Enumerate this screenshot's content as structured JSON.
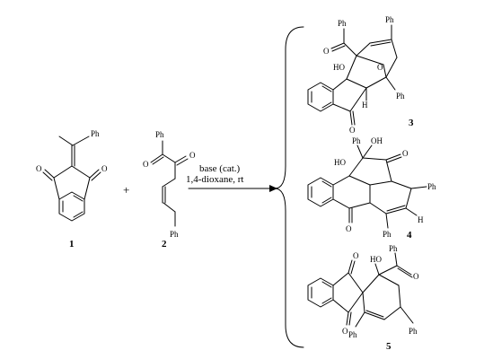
{
  "scheme": {
    "reactant_1": {
      "number": "1",
      "labels": {
        "ph": "Ph",
        "o_left": "O",
        "o_right": "O"
      }
    },
    "reactant_2": {
      "number": "2",
      "labels": {
        "ph_top": "Ph",
        "o_upper": "O",
        "o_lower": "O",
        "ph_bottom": "Ph"
      }
    },
    "plus": "+",
    "conditions": {
      "line1": "base (cat.)",
      "line2": "1,4-dioxane, rt"
    },
    "product_3": {
      "number": "3",
      "labels": {
        "ph_acyl": "Ph",
        "o_acyl": "O",
        "ph_alkene": "Ph",
        "ho": "HO",
        "o_bridge": "O",
        "ph_lower": "Ph",
        "h": "H",
        "o_ketone": "O"
      }
    },
    "product_4": {
      "number": "4",
      "labels": {
        "ph_top": "Ph",
        "oh": "OH",
        "ho": "HO",
        "o_ketone_right": "O",
        "ph_right": "Ph",
        "h": "H",
        "o_ketone_left": "O",
        "ph_bottom": "Ph"
      }
    },
    "product_5": {
      "number": "5",
      "labels": {
        "o_top": "O",
        "ho": "HO",
        "ph_acyl": "Ph",
        "o_acyl": "O",
        "o_bottom": "O",
        "ph_left": "Ph",
        "ph_right": "Ph"
      }
    }
  }
}
